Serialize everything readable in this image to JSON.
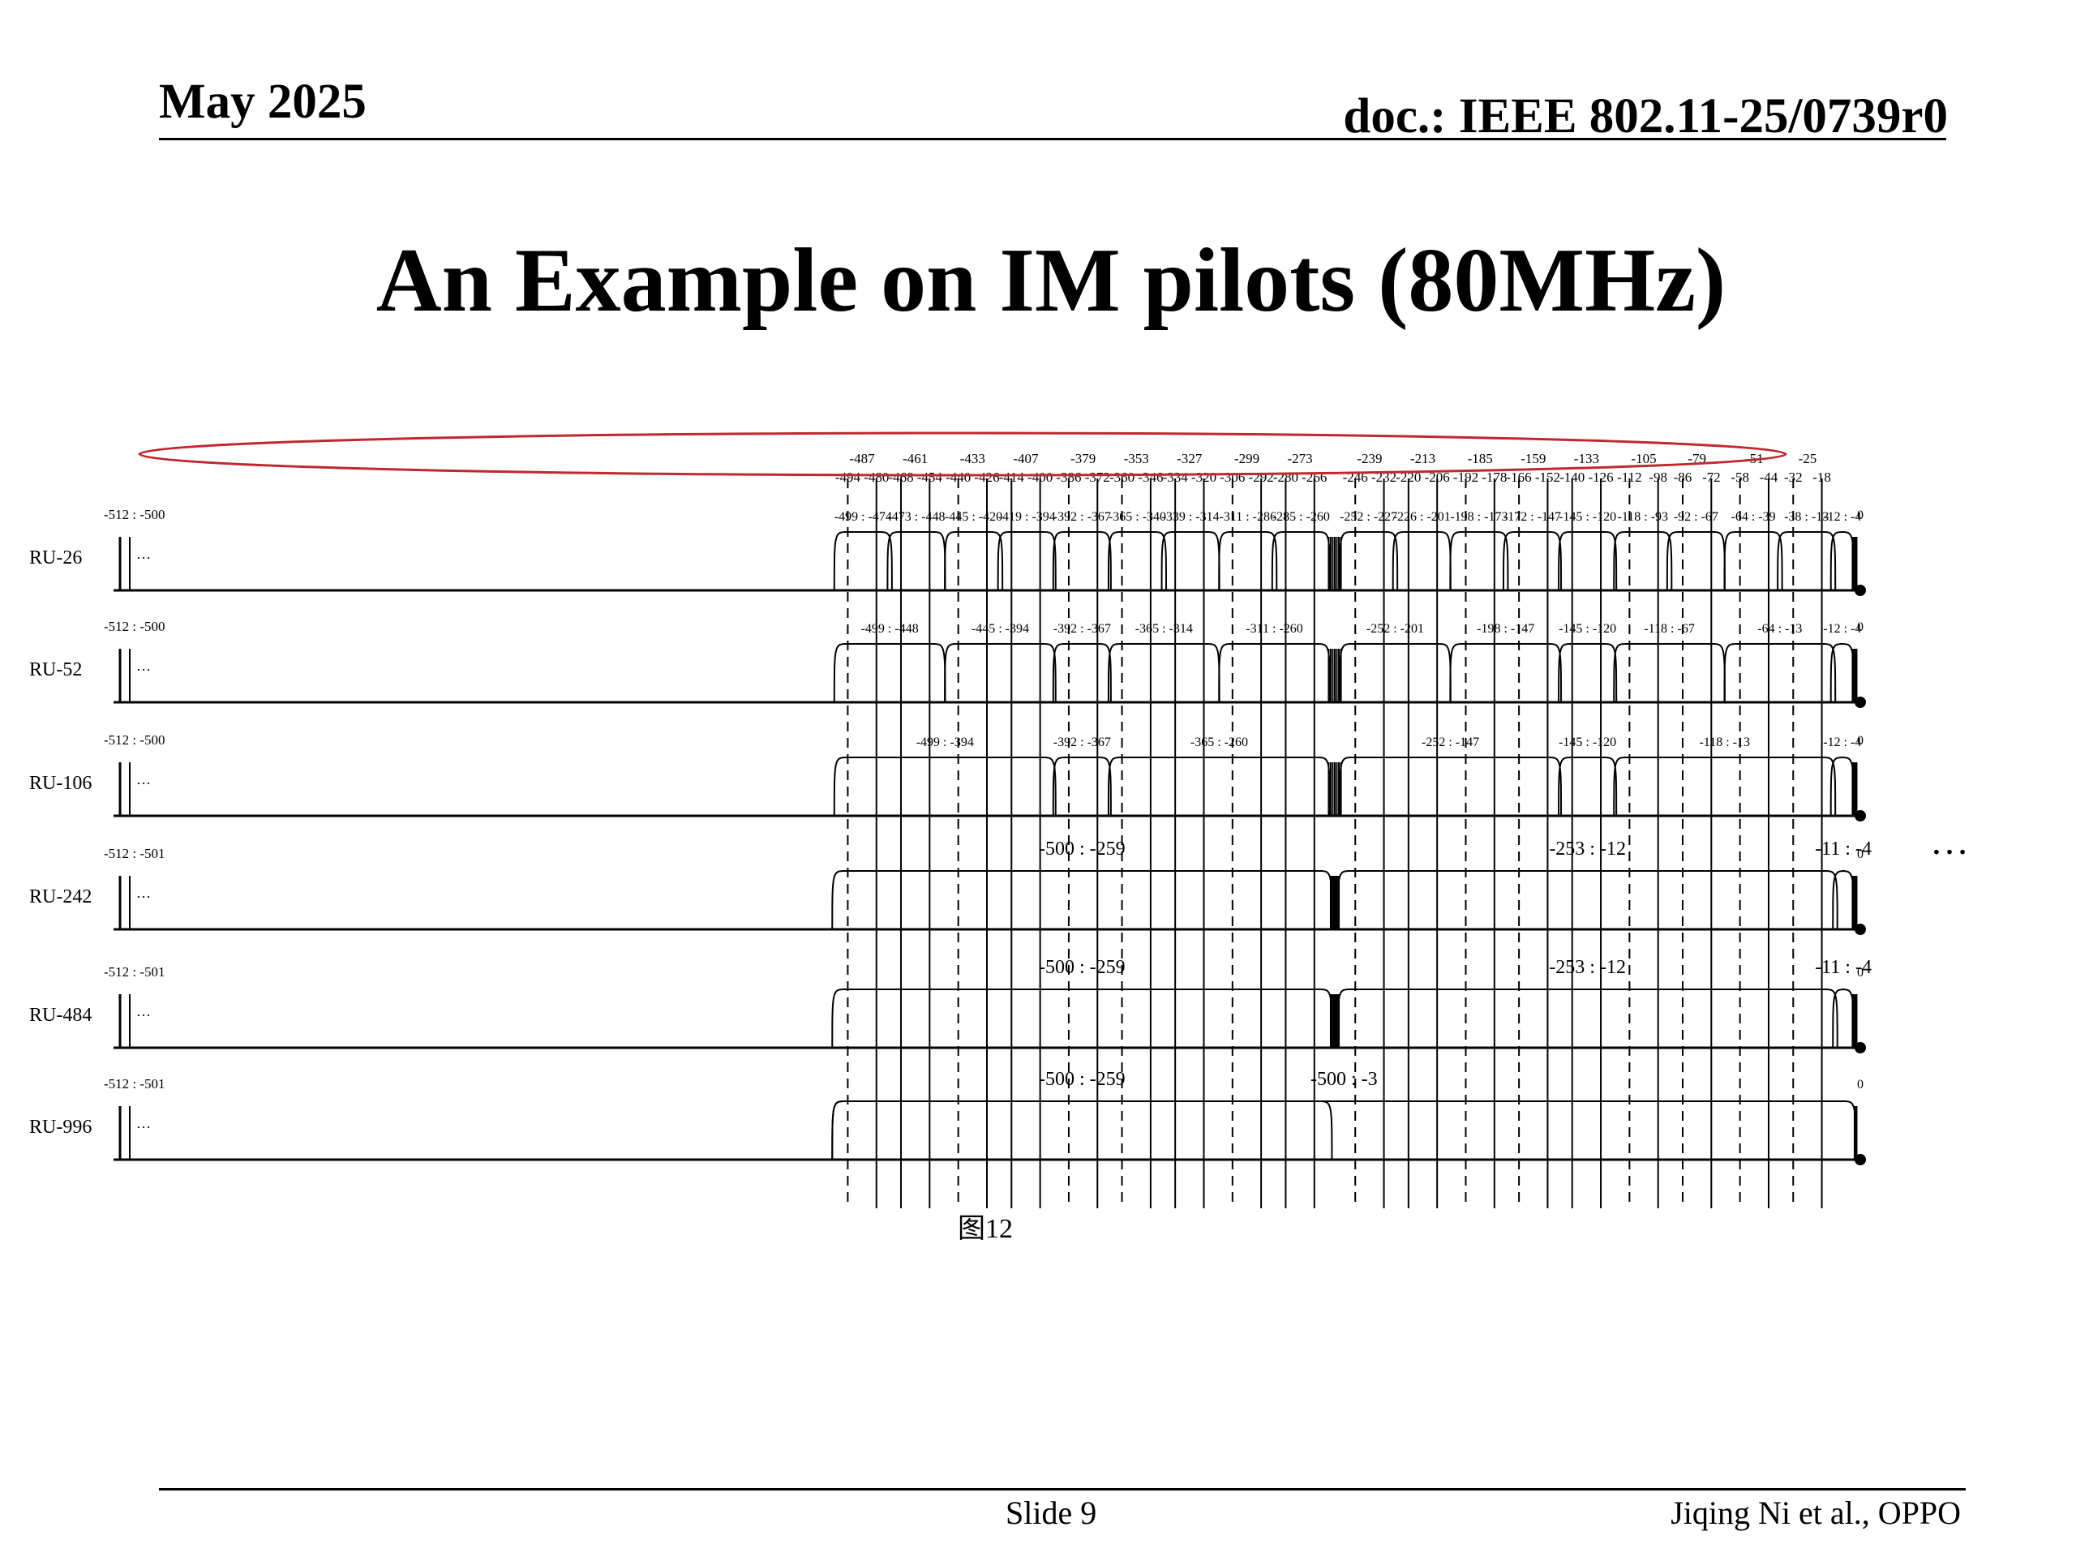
{
  "header": {
    "date": "May 2025",
    "doc": "doc.: IEEE 802.11-25/0739r0"
  },
  "title": "An Example on IM pilots (80MHz)",
  "footer": {
    "slide": "Slide 9",
    "author": "Jiqing Ni et al., OPPO"
  },
  "figure": {
    "caption": "图12",
    "continuation": "…",
    "pilots_highlighted": [
      {
        "pilot": "-487",
        "pair": [
          "-494",
          "-480"
        ]
      },
      {
        "pilot": "-461",
        "pair": [
          "-468",
          "-454"
        ]
      },
      {
        "pilot": "-433",
        "pair": [
          "-440",
          "-426"
        ]
      },
      {
        "pilot": "-407",
        "pair": [
          "-414",
          "-400"
        ]
      },
      {
        "pilot": "-379",
        "pair": [
          "-386",
          "-372"
        ]
      },
      {
        "pilot": "-353",
        "pair": [
          "-360",
          "-346"
        ]
      },
      {
        "pilot": "-327",
        "pair": [
          "-334",
          "-320"
        ]
      },
      {
        "pilot": "-299",
        "pair": [
          "-306",
          "-292"
        ]
      },
      {
        "pilot": "-273",
        "pair": [
          "-280",
          "-266"
        ]
      },
      {
        "pilot": "-239",
        "pair": [
          "-246",
          "-232"
        ]
      },
      {
        "pilot": "-213",
        "pair": [
          "-220",
          "-206"
        ]
      },
      {
        "pilot": "-185",
        "pair": [
          "-192",
          "-178"
        ]
      },
      {
        "pilot": "-159",
        "pair": [
          "-166",
          "-152"
        ]
      },
      {
        "pilot": "-133",
        "pair": [
          "-140",
          "-126"
        ]
      },
      {
        "pilot": "-105",
        "pair": [
          "-112",
          "-98"
        ]
      },
      {
        "pilot": "-79",
        "pair": [
          "-86",
          "-72"
        ]
      },
      {
        "pilot": "-51",
        "pair": [
          "-58",
          "-44"
        ]
      },
      {
        "pilot": "-25",
        "pair": [
          "-32",
          "-18"
        ]
      }
    ],
    "rows": [
      {
        "label": "RU-26",
        "edge": "-512 : -500",
        "zero": "0",
        "rus": [
          "-499 : -474",
          "-473 : -448",
          "-445 : -420",
          "-419 : -394",
          "-392 : -367",
          "-365 : -340",
          "-339 : -314",
          "-311 : -286",
          "-285 : -260",
          "-252 : -227",
          "-226 : -201",
          "-198 : -173",
          "-172 : -147",
          "-145 : -120",
          "-118 : -93",
          "-92 : -67",
          "-64 : -39",
          "-38 : -13",
          "-12 : -4"
        ]
      },
      {
        "label": "RU-52",
        "edge": "-512 : -500",
        "zero": "0",
        "rus": [
          "-499 : -448",
          "-445 : -394",
          "-392 : -367",
          "-365 : -314",
          "-311 : -260",
          "-252 : -201",
          "-198 : -147",
          "-145 : -120",
          "-118 : -67",
          "-64 : -13",
          "-12 : -4"
        ]
      },
      {
        "label": "RU-106",
        "edge": "-512 : -500",
        "zero": "0",
        "rus": [
          "-499 : -394",
          "-392 : -367",
          "-365 : -260",
          "-252 : -147",
          "-145 : -120",
          "-118 : -13",
          "-12 : -4"
        ]
      },
      {
        "label": "RU-242",
        "edge": "-512 : -501",
        "zero": "0",
        "rus": [
          "-500 : -259",
          "-253 : -12",
          "-11 : -4"
        ]
      },
      {
        "label": "RU-484",
        "edge": "-512 : -501",
        "zero": "0",
        "rus": [
          "-500 : -259",
          "-253 : -12",
          "-11 : -4"
        ]
      },
      {
        "label": "RU-996",
        "edge": "-512 : -501",
        "zero": "0",
        "rus": [
          "-500 : -259",
          "-500 : -3"
        ]
      }
    ]
  }
}
